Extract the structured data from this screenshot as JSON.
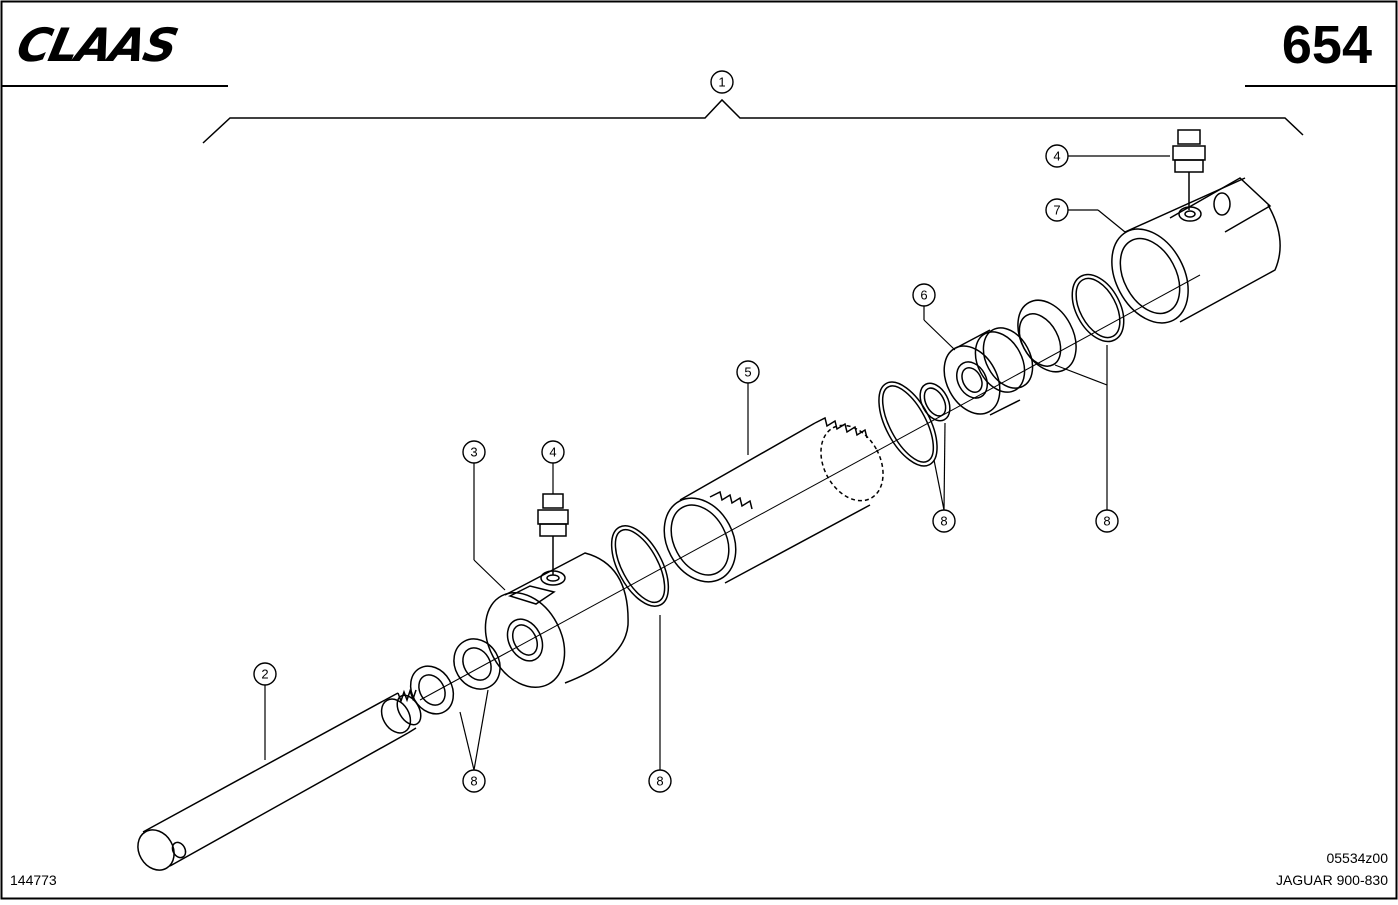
{
  "header": {
    "brand": "CLAAS",
    "page_number": "654"
  },
  "footer": {
    "drawing_id": "144773",
    "image_code": "05534z00",
    "model": "JAGUAR 900-830"
  },
  "callouts": {
    "c1": "1",
    "c2": "2",
    "c3": "3",
    "c4a": "4",
    "c4b": "4",
    "c5": "5",
    "c6": "6",
    "c7": "7",
    "c8a": "8",
    "c8b": "8",
    "c8c": "8",
    "c8d": "8"
  }
}
